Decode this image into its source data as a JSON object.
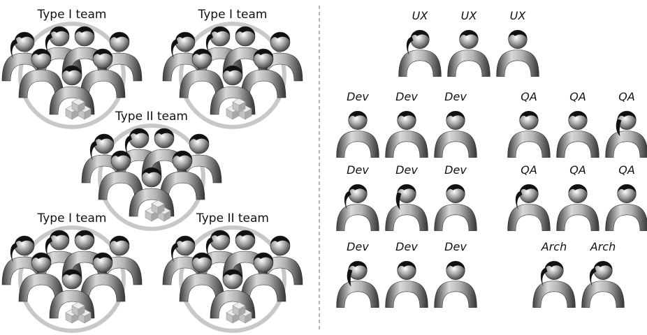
{
  "left_panel": {
    "teams": [
      {
        "label": "Type I team"
      },
      {
        "label": "Type I team"
      },
      {
        "label": "Type II team"
      },
      {
        "label": "Type I team"
      },
      {
        "label": "Type II team"
      }
    ]
  },
  "right_panel": {
    "groups": [
      {
        "role": "UX",
        "members": [
          {
            "label": "UX",
            "hair": "pony"
          },
          {
            "label": "UX",
            "hair": "short"
          },
          {
            "label": "UX",
            "hair": "short"
          }
        ]
      },
      {
        "role": "Dev",
        "members": [
          {
            "label": "Dev",
            "hair": "short"
          },
          {
            "label": "Dev",
            "hair": "short"
          },
          {
            "label": "Dev",
            "hair": "short"
          }
        ]
      },
      {
        "role": "QA",
        "members": [
          {
            "label": "QA",
            "hair": "short"
          },
          {
            "label": "QA",
            "hair": "short"
          },
          {
            "label": "QA",
            "hair": "long"
          }
        ]
      },
      {
        "role": "Dev",
        "members": [
          {
            "label": "Dev",
            "hair": "pony"
          },
          {
            "label": "Dev",
            "hair": "long"
          },
          {
            "label": "Dev",
            "hair": "short"
          }
        ]
      },
      {
        "role": "QA",
        "members": [
          {
            "label": "QA",
            "hair": "pony"
          },
          {
            "label": "QA",
            "hair": "short"
          },
          {
            "label": "QA",
            "hair": "short"
          }
        ]
      },
      {
        "role": "Dev",
        "members": [
          {
            "label": "Dev",
            "hair": "long"
          },
          {
            "label": "Dev",
            "hair": "short"
          },
          {
            "label": "Dev",
            "hair": "short"
          }
        ]
      },
      {
        "role": "Arch",
        "members": [
          {
            "label": "Arch",
            "hair": "pony"
          },
          {
            "label": "Arch",
            "hair": "pony"
          }
        ]
      }
    ]
  },
  "colors": {
    "ring": "#c8c8c8",
    "divider": "#9a9a9a",
    "hair": "#111111",
    "body_light": "#f0f0f0",
    "body_dark": "#4a4a4a",
    "cube": "#d4d4d4"
  }
}
